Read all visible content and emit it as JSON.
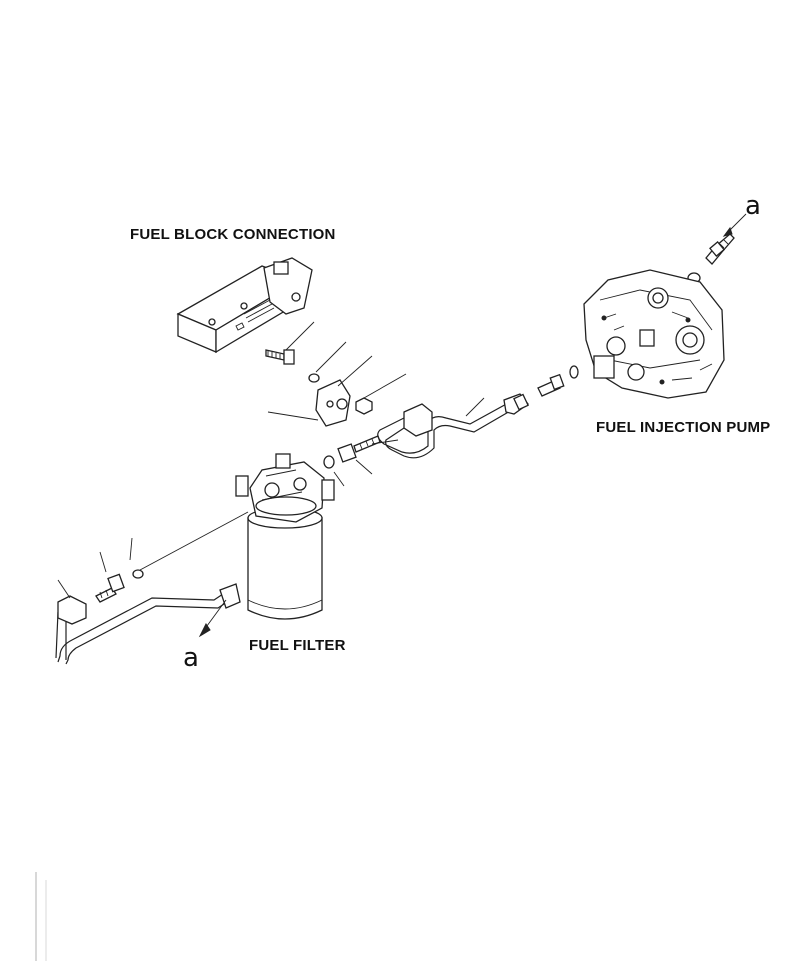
{
  "labels": {
    "fuel_block_connection": "FUEL BLOCK CONNECTION",
    "fuel_injection_pump": "FUEL INJECTION PUMP",
    "fuel_filter": "FUEL FILTER"
  },
  "references": {
    "a_top": "a",
    "a_bottom": "a"
  }
}
